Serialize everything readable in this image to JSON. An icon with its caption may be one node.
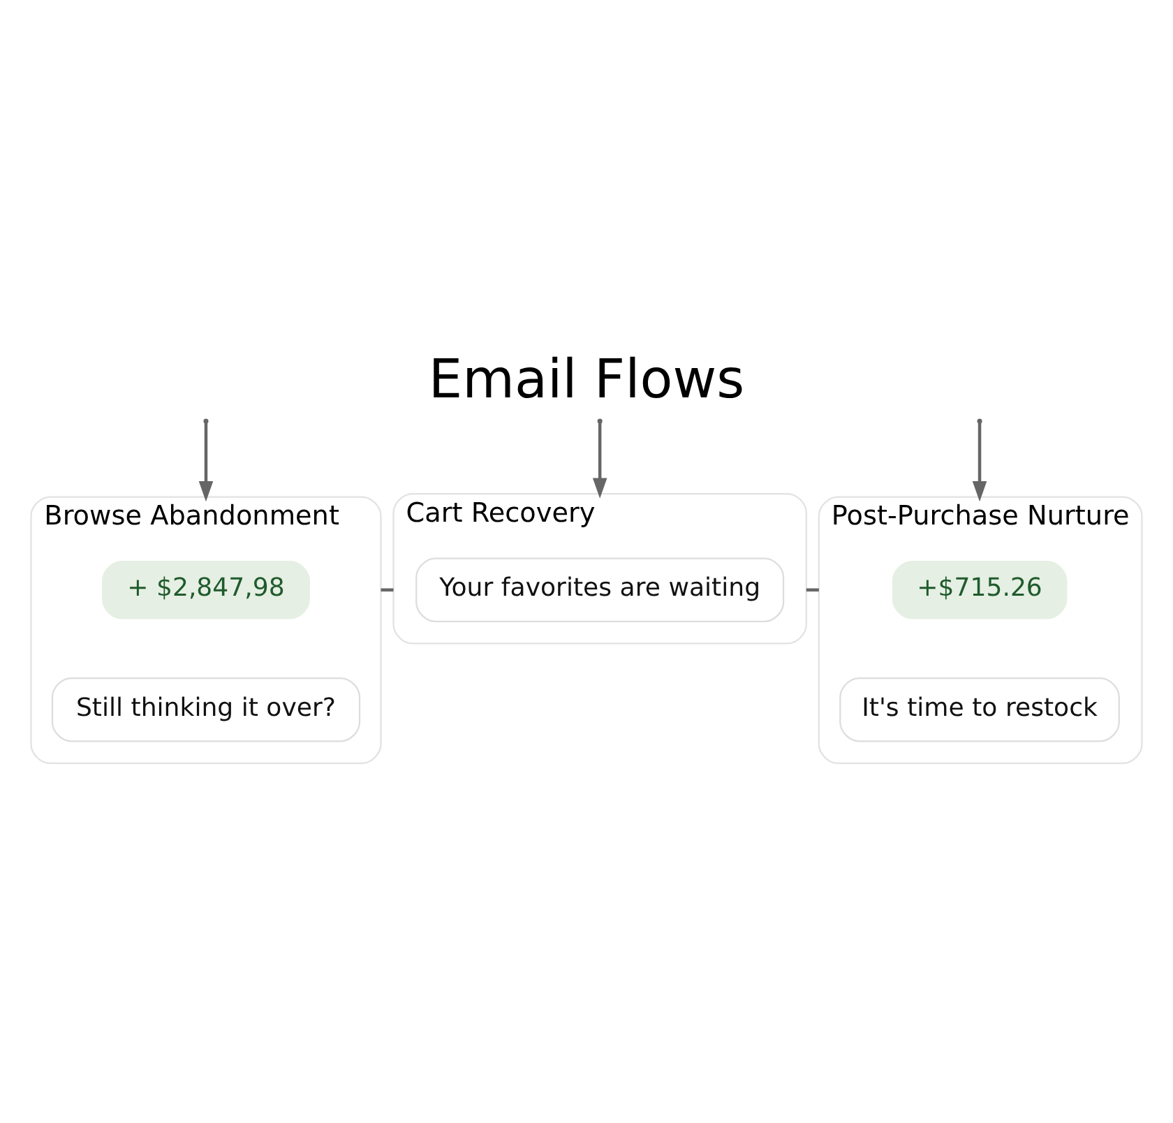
{
  "diagram": {
    "title": "Email Flows",
    "nodes": [
      {
        "text": [
          "Browse Abandonment"
        ]
      },
      {
        "text": [
          "+ $2,847,98"
        ],
        "in": 0
      },
      {
        "text": [
          "Still thinking it over?"
        ],
        "in": 0
      },
      {
        "text": [
          "Cart Recovery"
        ]
      },
      {
        "text": [
          "Your favorites are waiting"
        ],
        "in": 3
      },
      {
        "text": [
          "Post-Purchase Nurture"
        ]
      },
      {
        "text": [
          "+$715.26"
        ],
        "in": 5
      },
      {
        "text": [
          "It's time to restock"
        ],
        "in": 5
      }
    ],
    "edges": [
      {
        "from": null,
        "to": 0,
        "arrow": "to"
      },
      {
        "from": null,
        "to": 3,
        "arrow": "to"
      },
      {
        "from": null,
        "to": 5,
        "arrow": "to"
      },
      {
        "from": 0,
        "to": 3,
        "arrow": "none"
      },
      {
        "from": 3,
        "to": 5,
        "arrow": "none"
      }
    ]
  }
}
